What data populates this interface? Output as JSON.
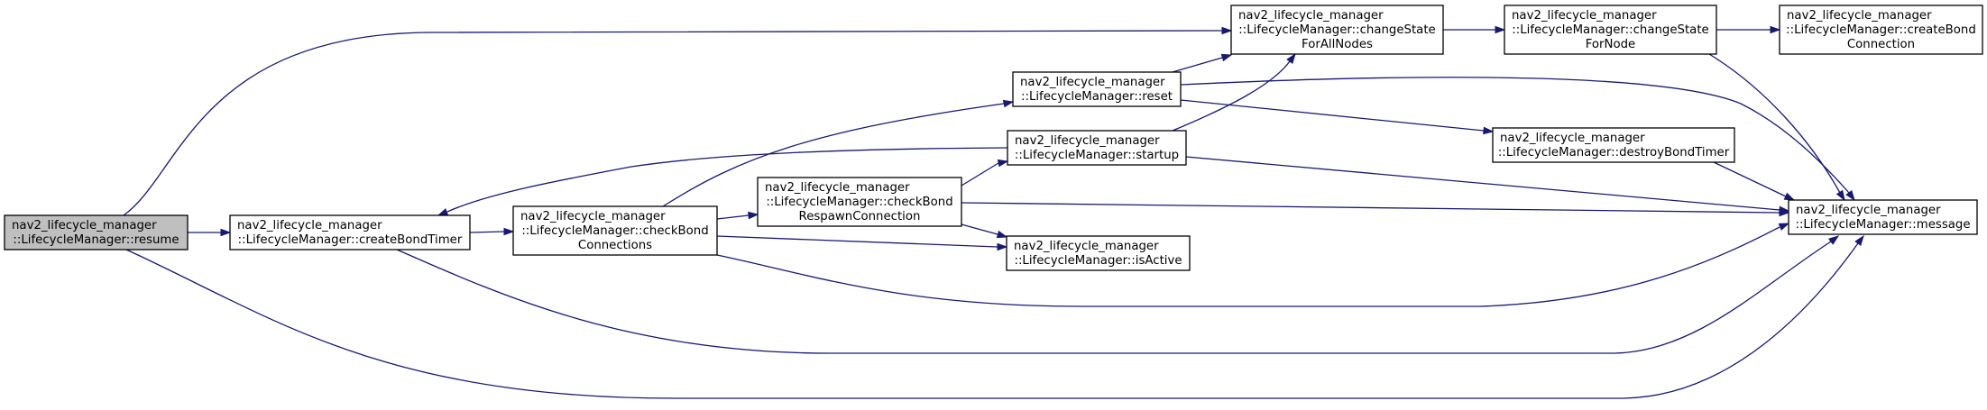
{
  "colors": {
    "node_fill": "#ffffff",
    "highlight_fill": "#bfbfbf",
    "edge": "#191970"
  },
  "nodes": {
    "resume": {
      "lines": [
        "nav2_lifecycle_manager",
        "::LifecycleManager::resume"
      ],
      "highlight": true
    },
    "createBondTimer": {
      "lines": [
        "nav2_lifecycle_manager",
        "::LifecycleManager::createBondTimer"
      ]
    },
    "checkBondConnections": {
      "lines": [
        "nav2_lifecycle_manager",
        "::LifecycleManager::checkBond",
        "Connections"
      ]
    },
    "checkBondRespawnConnection": {
      "lines": [
        "nav2_lifecycle_manager",
        "::LifecycleManager::checkBond",
        "RespawnConnection"
      ]
    },
    "reset": {
      "lines": [
        "nav2_lifecycle_manager",
        "::LifecycleManager::reset"
      ]
    },
    "startup": {
      "lines": [
        "nav2_lifecycle_manager",
        "::LifecycleManager::startup"
      ]
    },
    "isActive": {
      "lines": [
        "nav2_lifecycle_manager",
        "::LifecycleManager::isActive"
      ]
    },
    "changeStateForAllNodes": {
      "lines": [
        "nav2_lifecycle_manager",
        "::LifecycleManager::changeState",
        "ForAllNodes"
      ]
    },
    "changeStateForNode": {
      "lines": [
        "nav2_lifecycle_manager",
        "::LifecycleManager::changeState",
        "ForNode"
      ]
    },
    "createBondConnection": {
      "lines": [
        "nav2_lifecycle_manager",
        "::LifecycleManager::createBond",
        "Connection"
      ]
    },
    "destroyBondTimer": {
      "lines": [
        "nav2_lifecycle_manager",
        "::LifecycleManager::destroyBondTimer"
      ]
    },
    "message": {
      "lines": [
        "nav2_lifecycle_manager",
        "::LifecycleManager::message"
      ]
    }
  },
  "edges": [
    {
      "from": "resume",
      "to": "createBondTimer"
    },
    {
      "from": "resume",
      "to": "changeStateForAllNodes"
    },
    {
      "from": "resume",
      "to": "message"
    },
    {
      "from": "createBondTimer",
      "to": "checkBondConnections"
    },
    {
      "from": "createBondTimer",
      "to": "message"
    },
    {
      "from": "checkBondConnections",
      "to": "checkBondRespawnConnection"
    },
    {
      "from": "checkBondConnections",
      "to": "reset"
    },
    {
      "from": "checkBondConnections",
      "to": "isActive"
    },
    {
      "from": "checkBondConnections",
      "to": "message"
    },
    {
      "from": "checkBondRespawnConnection",
      "to": "startup"
    },
    {
      "from": "checkBondRespawnConnection",
      "to": "isActive"
    },
    {
      "from": "checkBondRespawnConnection",
      "to": "message"
    },
    {
      "from": "reset",
      "to": "changeStateForAllNodes"
    },
    {
      "from": "reset",
      "to": "destroyBondTimer"
    },
    {
      "from": "reset",
      "to": "message"
    },
    {
      "from": "startup",
      "to": "createBondTimer"
    },
    {
      "from": "startup",
      "to": "changeStateForAllNodes"
    },
    {
      "from": "startup",
      "to": "message"
    },
    {
      "from": "changeStateForAllNodes",
      "to": "changeStateForNode"
    },
    {
      "from": "changeStateForNode",
      "to": "createBondConnection"
    },
    {
      "from": "changeStateForNode",
      "to": "message"
    },
    {
      "from": "destroyBondTimer",
      "to": "message"
    }
  ]
}
